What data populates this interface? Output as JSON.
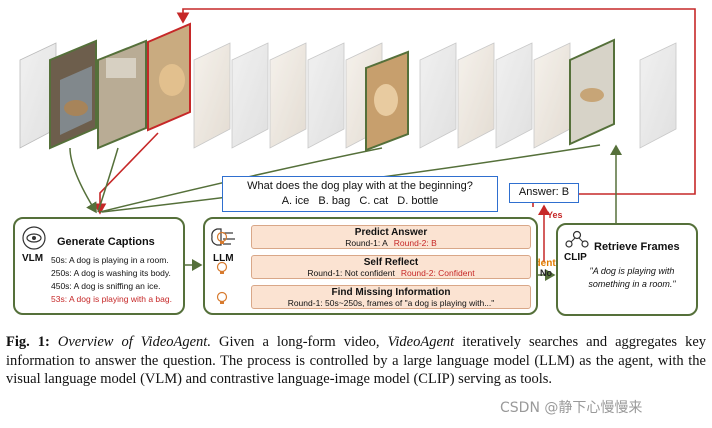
{
  "question": {
    "text": "What does the dog play with at the beginning?",
    "options": [
      "A. ice",
      "B. bag",
      "C. cat",
      "D. bottle"
    ]
  },
  "answer": "Answer: B",
  "yes_label": "Yes",
  "no_label": "No",
  "confident_label": "Confident?",
  "vlm": {
    "title": "Generate Captions",
    "tag": "VLM",
    "captions": [
      {
        "text": "50s: A dog is playing in a room.",
        "highlight": false
      },
      {
        "text": "250s: A dog is washing its body.",
        "highlight": false
      },
      {
        "text": "450s: A dog is sniffing an ice.",
        "highlight": false
      },
      {
        "text": "53s: A dog is playing with a bag.",
        "highlight": true
      }
    ]
  },
  "llm": {
    "tag": "LLM",
    "steps": [
      {
        "title": "Predict Answer",
        "detail": "Round-1: A",
        "detail_red": "Round-2: B"
      },
      {
        "title": "Self Reflect",
        "detail": "Round-1: Not confident",
        "detail_red": "Round-2: Confident"
      },
      {
        "title": "Find Missing Information",
        "detail": "Round-1: 50s~250s, frames of \"a dog is playing with...\"",
        "detail_red": ""
      }
    ]
  },
  "clip": {
    "title": "Retrieve Frames",
    "tag": "CLIP",
    "quote": "\"A dog is playing with something in a room.\""
  },
  "caption": {
    "fig": "Fig. 1:",
    "title": "Overview of VideoAgent.",
    "t1": "Given a long-form video,",
    "name": "VideoAgent",
    "t2": "iteratively searches and aggregates key information to answer the question. The process is controlled by a large language model (LLM) as the agent, with the visual language model (VLM) and contrastive language-image model (CLIP) serving as tools."
  },
  "watermark": "CSDN @静下心慢慢来",
  "colors": {
    "green": "#55703a",
    "red": "#c62828",
    "blue": "#2f6fcf",
    "orange": "#e07b00",
    "step_fill": "#fbe3d2"
  }
}
